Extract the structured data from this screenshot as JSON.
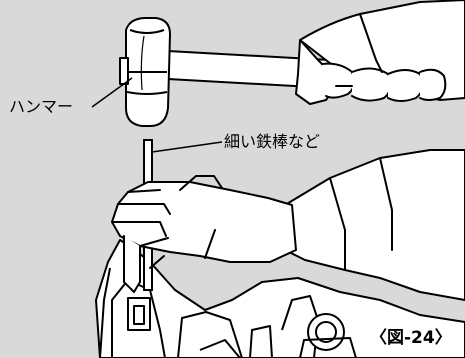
{
  "labels": {
    "hammer": "ハンマー",
    "rod": "細い鉄棒など",
    "figure": "〈図-24〉"
  },
  "colors": {
    "background": "#d9d9d9",
    "line": "#000000",
    "fill": "#ffffff"
  }
}
